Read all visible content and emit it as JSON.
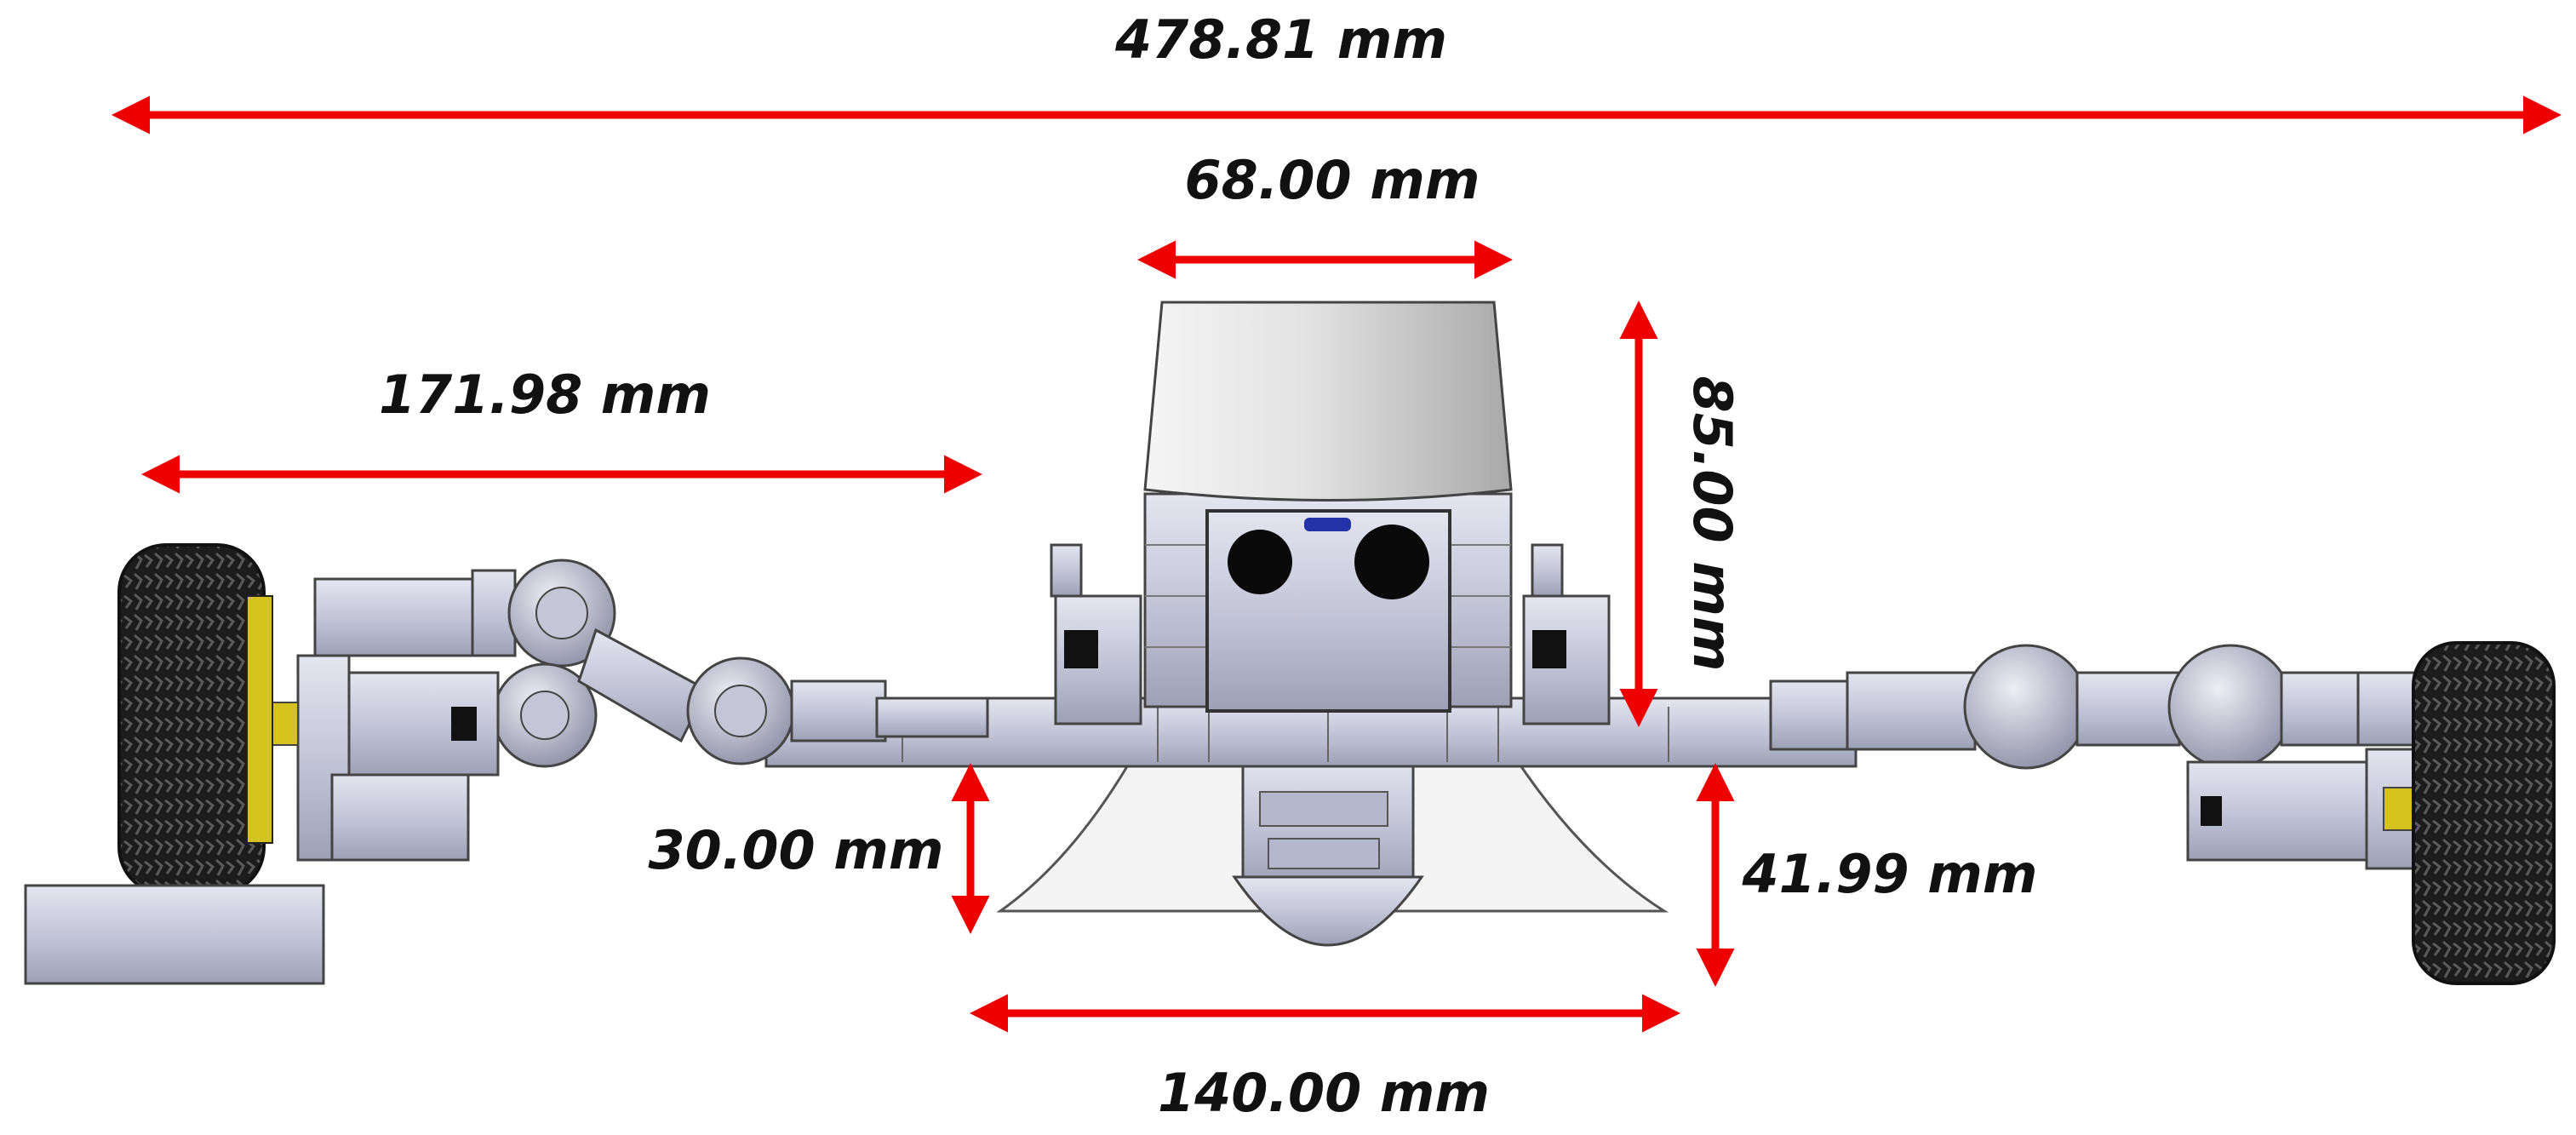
{
  "figure": {
    "colors": {
      "dimension_arrow": "#ee0000",
      "body": "#c9cbdc",
      "body_shade": "#aeb0c4",
      "tire": "#1c1c1c",
      "hub": "#d6c21e",
      "dome": "#e6e6e6",
      "lens": "#0a0a0a"
    },
    "dimensions": {
      "overall_width": "478.81 mm",
      "sensor_width": "68.00 mm",
      "sensor_height": "85.00 mm",
      "arm_length": "171.98 mm",
      "ground_clearance": "30.00 mm",
      "bottom_depth": "41.99 mm",
      "skirt_width": "140.00 mm"
    }
  }
}
